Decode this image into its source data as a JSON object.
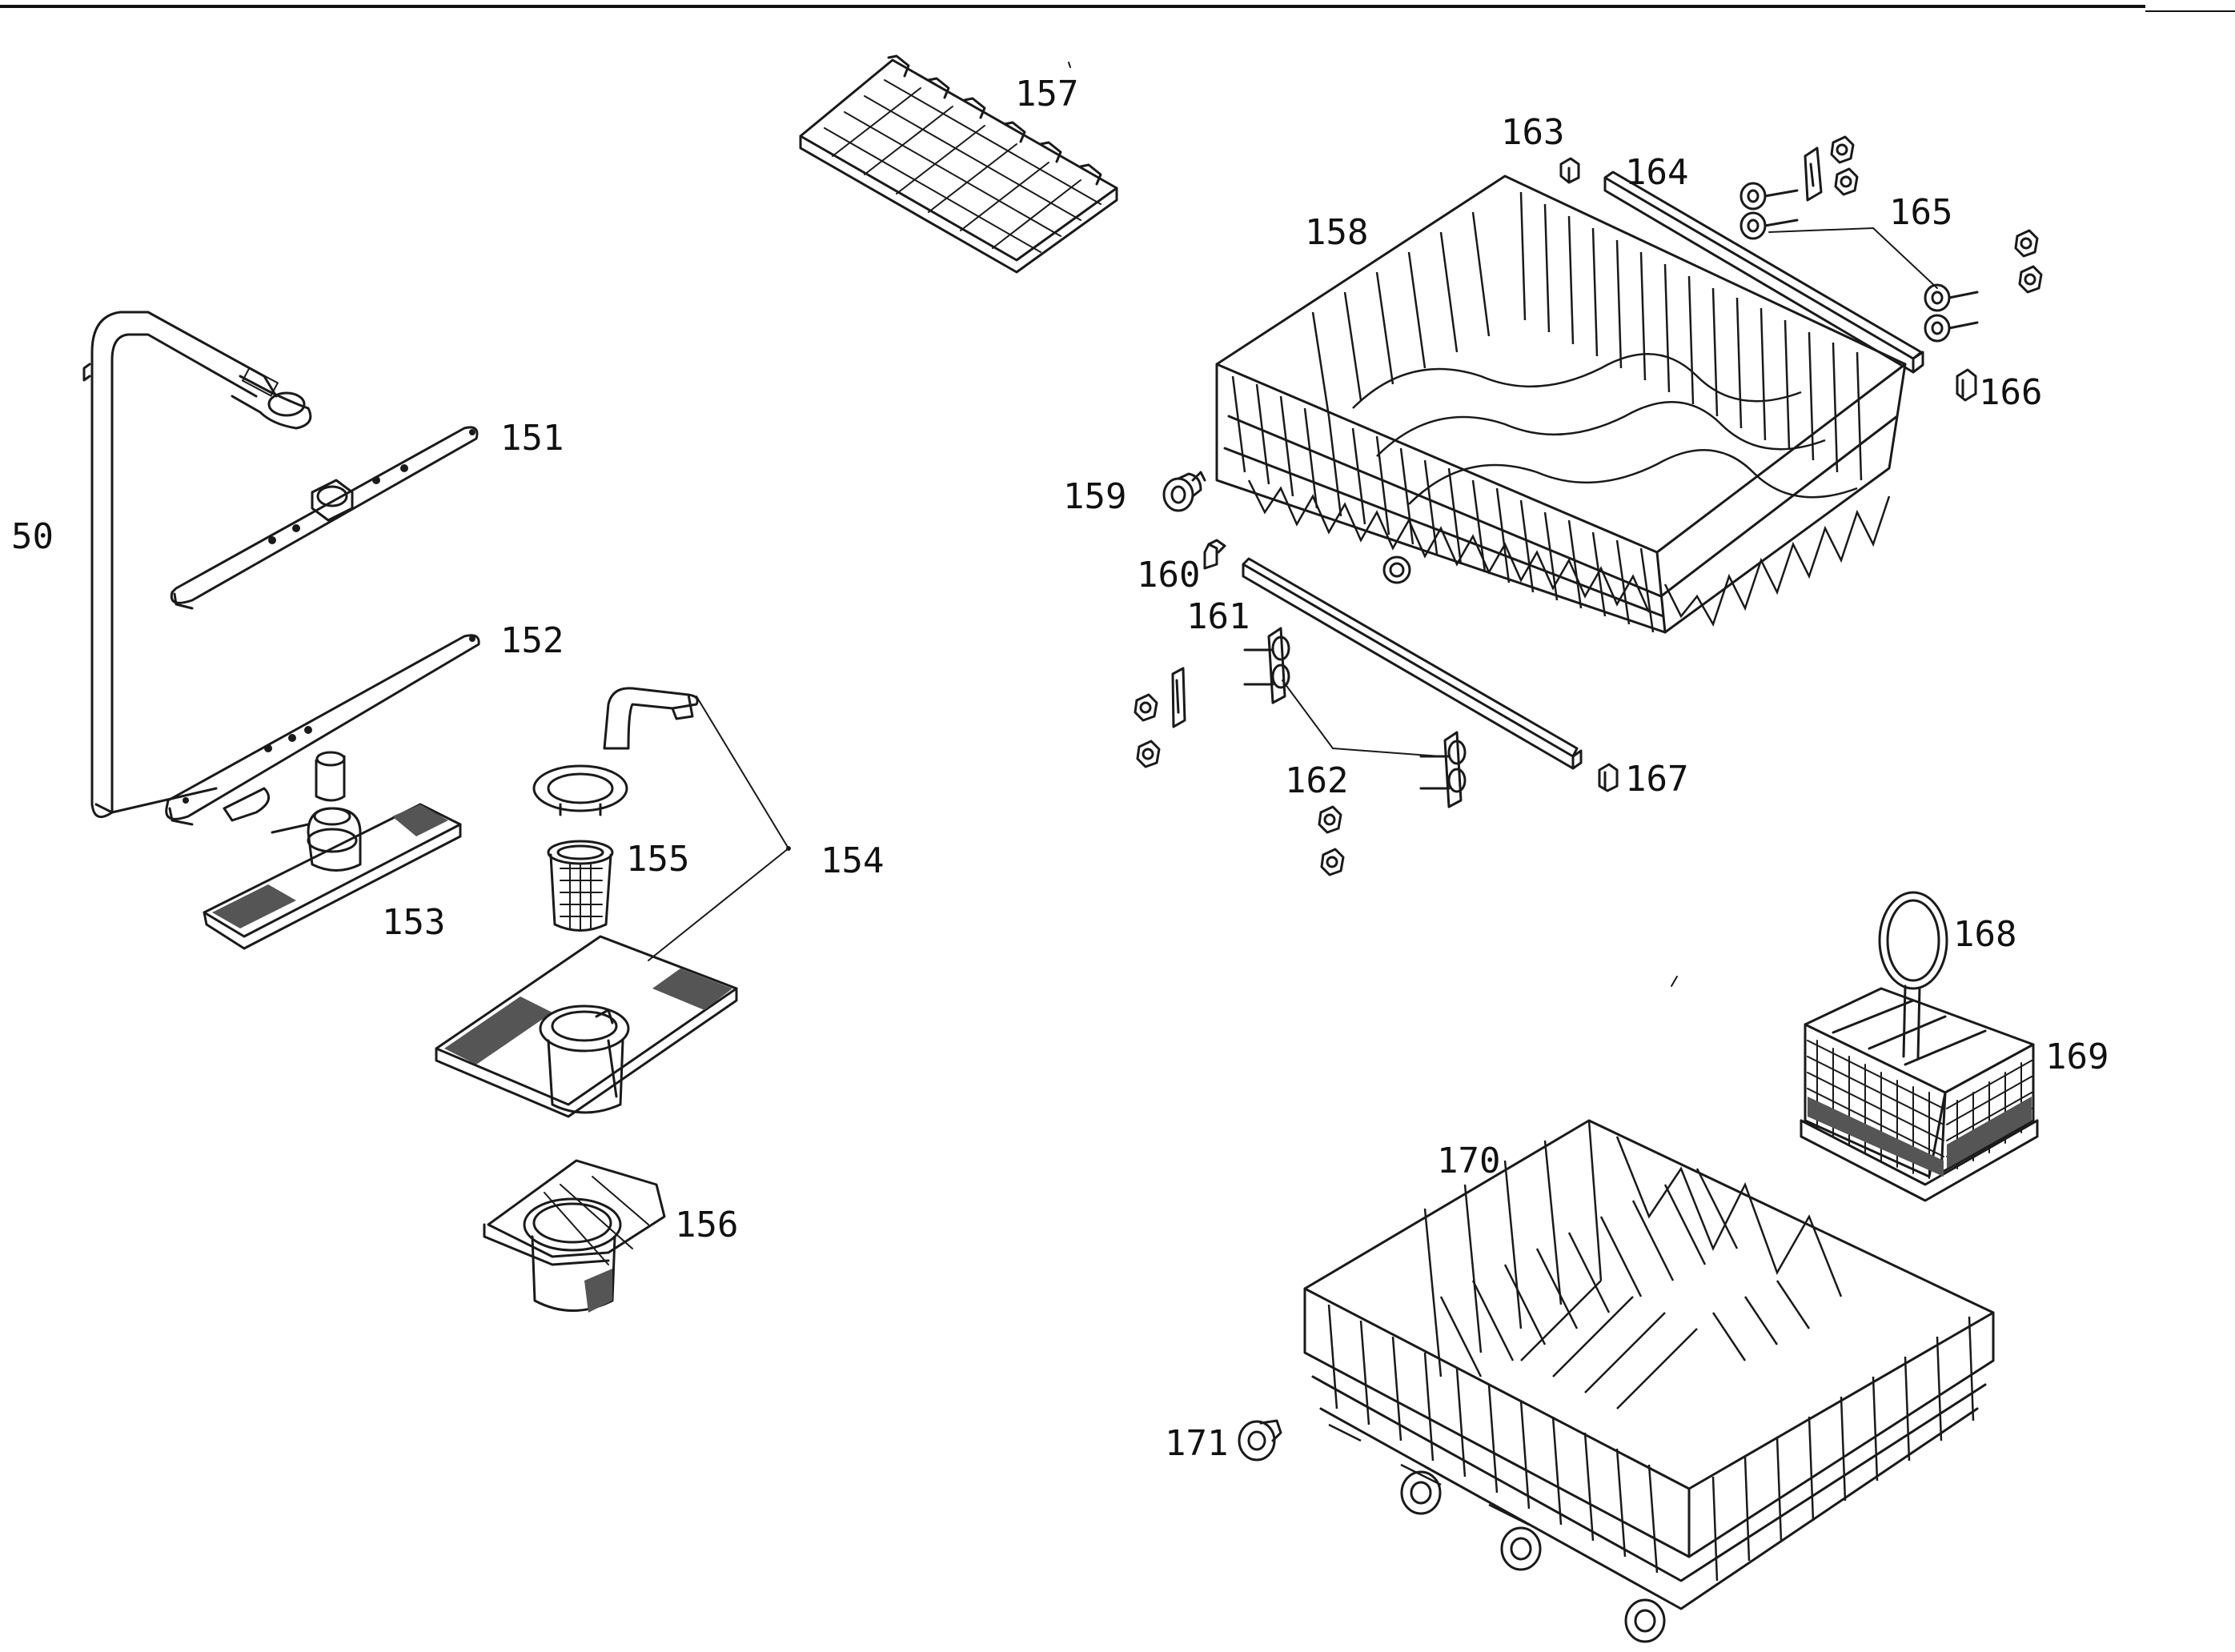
{
  "labels": {
    "p50": "50",
    "p151": "151",
    "p152": "152",
    "p153": "153",
    "p154": "154",
    "p155": "155",
    "p156": "156",
    "p157": "157",
    "p158": "158",
    "p159": "159",
    "p160": "160",
    "p161": "161",
    "p162": "162",
    "p163": "163",
    "p164": "164",
    "p165": "165",
    "p166": "166",
    "p167": "167",
    "p168": "168",
    "p169": "169",
    "p170": "170",
    "p171": "171"
  },
  "parts": [
    {
      "id": "50",
      "icon": "spray-arm-feed-tube-icon"
    },
    {
      "id": "151",
      "icon": "upper-spray-arm-icon"
    },
    {
      "id": "152",
      "icon": "lower-spray-arm-icon"
    },
    {
      "id": "153",
      "icon": "spray-arm-support-icon"
    },
    {
      "id": "154",
      "icon": "filter-assembly-icon"
    },
    {
      "id": "155",
      "icon": "micro-filter-icon"
    },
    {
      "id": "156",
      "icon": "coarse-filter-icon"
    },
    {
      "id": "157",
      "icon": "cup-rack-insert-icon"
    },
    {
      "id": "158",
      "icon": "upper-basket-icon"
    },
    {
      "id": "159",
      "icon": "roller-icon"
    },
    {
      "id": "160",
      "icon": "clip-icon"
    },
    {
      "id": "161",
      "icon": "rail-icon"
    },
    {
      "id": "162",
      "icon": "roller-bracket-icon"
    },
    {
      "id": "163",
      "icon": "end-cap-icon"
    },
    {
      "id": "164",
      "icon": "rail-icon"
    },
    {
      "id": "165",
      "icon": "roller-bracket-icon"
    },
    {
      "id": "166",
      "icon": "end-stop-icon"
    },
    {
      "id": "167",
      "icon": "end-stop-icon"
    },
    {
      "id": "168",
      "icon": "basket-handle-icon"
    },
    {
      "id": "169",
      "icon": "cutlery-basket-icon"
    },
    {
      "id": "170",
      "icon": "lower-basket-icon"
    },
    {
      "id": "171",
      "icon": "wheel-icon"
    }
  ]
}
